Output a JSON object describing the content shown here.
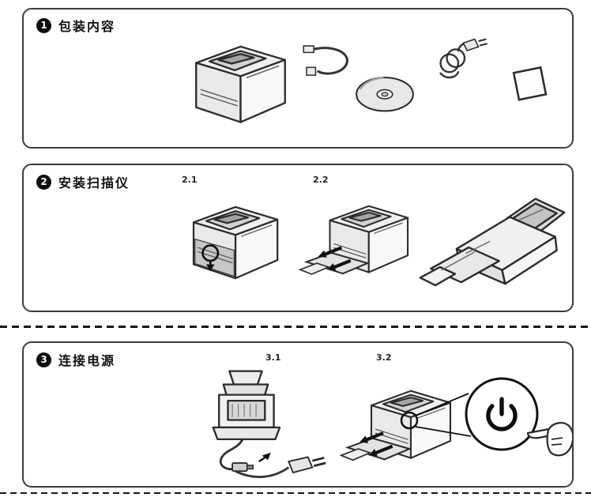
{
  "style": {
    "background": "#ffffff",
    "ink": "#111111",
    "panel_border": "#3c3c3c"
  },
  "sections": [
    {
      "number": "1",
      "title": "包装内容",
      "steps": [],
      "illustrations": [
        "scanner",
        "usb-cable",
        "cd-disc",
        "power-cord",
        "quick-guide-booklet"
      ]
    },
    {
      "number": "2",
      "title": "安装扫描仪",
      "steps": [
        "2.1",
        "2.2"
      ],
      "illustrations": [
        "scanner-open-side-door",
        "scanner-extend-front-tray",
        "scanner-trays-open"
      ]
    },
    {
      "number": "3",
      "title": "连接电源",
      "steps": [
        "3.1",
        "3.2"
      ],
      "illustrations": [
        "connect-power-adapter",
        "press-power-button-callout"
      ]
    }
  ],
  "icons": {
    "power_symbol": "power",
    "pointing_hand": "hand-pointing-left"
  }
}
